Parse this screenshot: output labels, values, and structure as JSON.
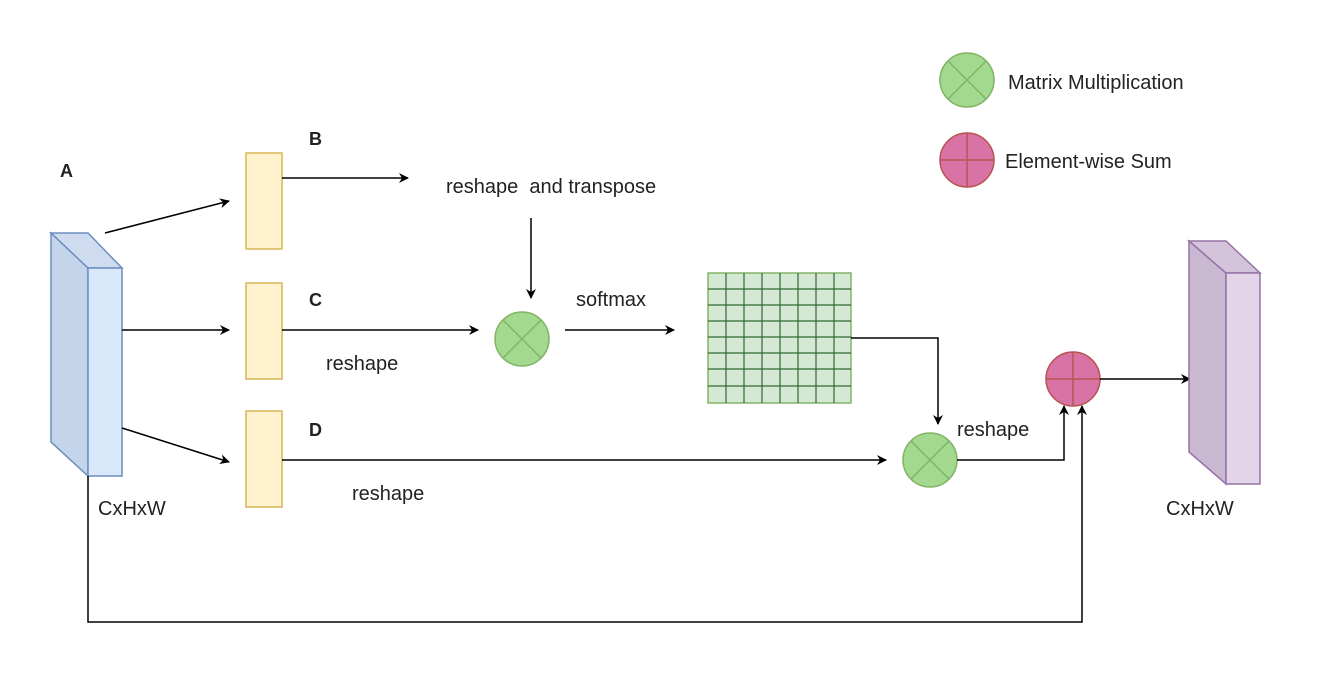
{
  "legend": {
    "matrix_multiplication": "Matrix Multiplication",
    "element_wise_sum": "Element-wise Sum"
  },
  "input": {
    "letter": "A",
    "dims": "CxHxW"
  },
  "output": {
    "dims": "CxHxW"
  },
  "branches": {
    "b": {
      "letter": "B",
      "op": "reshape  and transpose"
    },
    "c": {
      "letter": "C",
      "op": "reshape"
    },
    "d": {
      "letter": "D",
      "op": "reshape"
    }
  },
  "ops": {
    "softmax": "softmax",
    "reshape_after": "reshape"
  },
  "colors": {
    "input_front": "#dae8fc",
    "input_side": "#c4d4ea",
    "input_stroke": "#6c8ebf",
    "branch_fill": "#fff2cc",
    "branch_stroke": "#d6b656",
    "matmul_fill": "#a3d98e",
    "matmul_stroke": "#82b366",
    "sum_fill": "#d873a6",
    "sum_stroke": "#b85450",
    "grid_fill": "#d5e8d4",
    "grid_stroke": "#2f6b2f",
    "output_front": "#e1d5e7",
    "output_side": "#c9b8d2",
    "output_stroke": "#9673a6",
    "line": "#000000"
  }
}
